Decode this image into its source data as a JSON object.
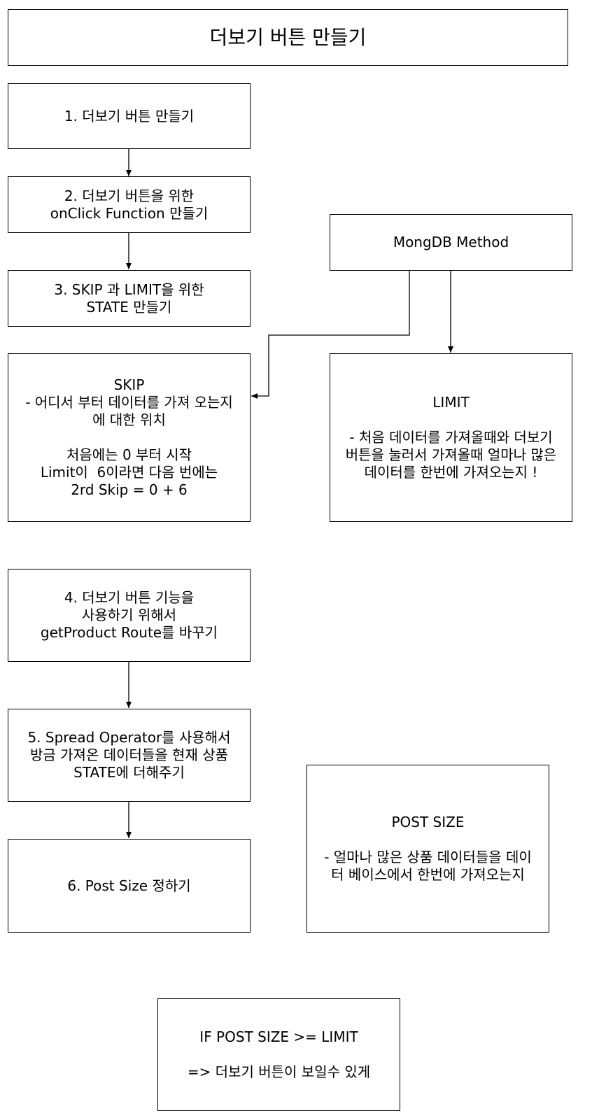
{
  "title": "더보기 버튼 만들기",
  "steps": {
    "step1": [
      "1. 더보기 버튼 만들기"
    ],
    "step2": [
      "2. 더보기 버튼을 위한",
      "onClick Function 만들기"
    ],
    "step3": [
      "3. SKIP 과 LIMIT을 위한",
      "STATE 만들기"
    ],
    "step4": [
      "4. 더보기 버튼 기능을",
      "사용하기 위해서",
      "getProduct Route를 바꾸기"
    ],
    "step5": [
      "5. Spread Operator를 사용해서",
      "방금 가져온 데이터들을 현재 상품",
      "STATE에 더해주기"
    ],
    "step6": [
      "6. Post Size 정하기"
    ]
  },
  "skip": {
    "heading": "SKIP",
    "desc": [
      "- 어디서 부터 데이터를 가져 오는지",
      "에 대한 위치"
    ],
    "example": [
      "처음에는 0 부터 시작",
      "Limit이  6이라면 다음 번에는",
      "2rd Skip = 0 + 6"
    ]
  },
  "mongodb": {
    "label": "MongDB Method"
  },
  "limit": {
    "heading": "LIMIT",
    "desc": [
      "- 처음 데이터를 가져올때와 더보기",
      "버튼을 눌러서 가져올때 얼마나 많은",
      "데이터를 한번에 가져오는지 !"
    ]
  },
  "postsize": {
    "heading": "POST SIZE",
    "desc": [
      "- 얼마나 많은 상품 데이터들을 데이",
      "터 베이스에서 한번에 가져오는지"
    ]
  },
  "condition": {
    "line1": "IF POST SIZE >= LIMIT",
    "line2": "=> 더보기 버튼이 보일수 있게"
  }
}
